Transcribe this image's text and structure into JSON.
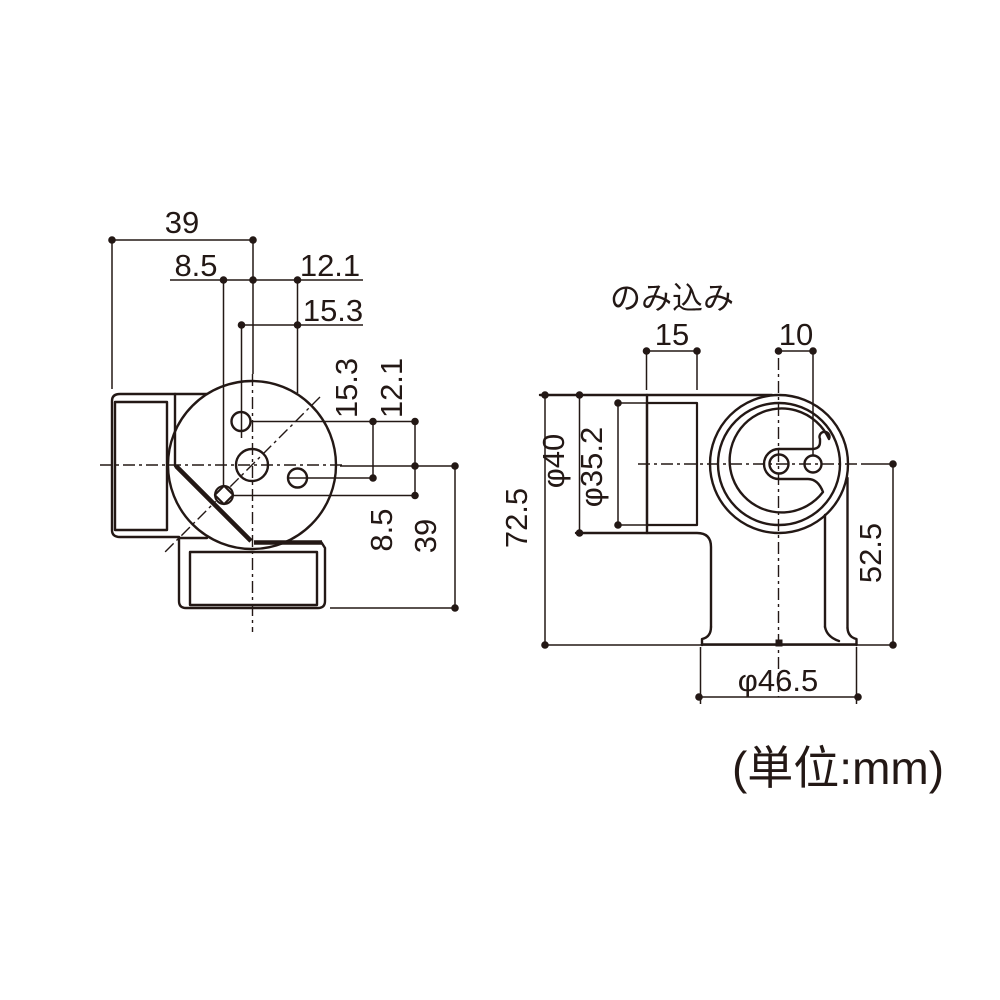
{
  "drawing": {
    "unit_note": "(単位:mm)",
    "front_view": {
      "dim_top_width": "39",
      "dim_top_small_hole_x": "8.5",
      "dim_top_right_hole_x": "12.1",
      "dim_top_hole_x": "15.3",
      "dim_side_top_hole_y": "15.3",
      "dim_side_right_hole_y": "12.1",
      "dim_side_small_hole_y": "8.5",
      "dim_side_height": "39"
    },
    "side_view": {
      "socket_depth_label": "のみ込み",
      "dim_socket_depth": "15",
      "dim_hole_spacing": "10",
      "dim_outer_diameter": "φ40",
      "dim_bore_diameter": "φ35.2",
      "dim_total_height": "72.5",
      "dim_base_height": "52.5",
      "dim_base_diameter": "φ46.5"
    }
  }
}
